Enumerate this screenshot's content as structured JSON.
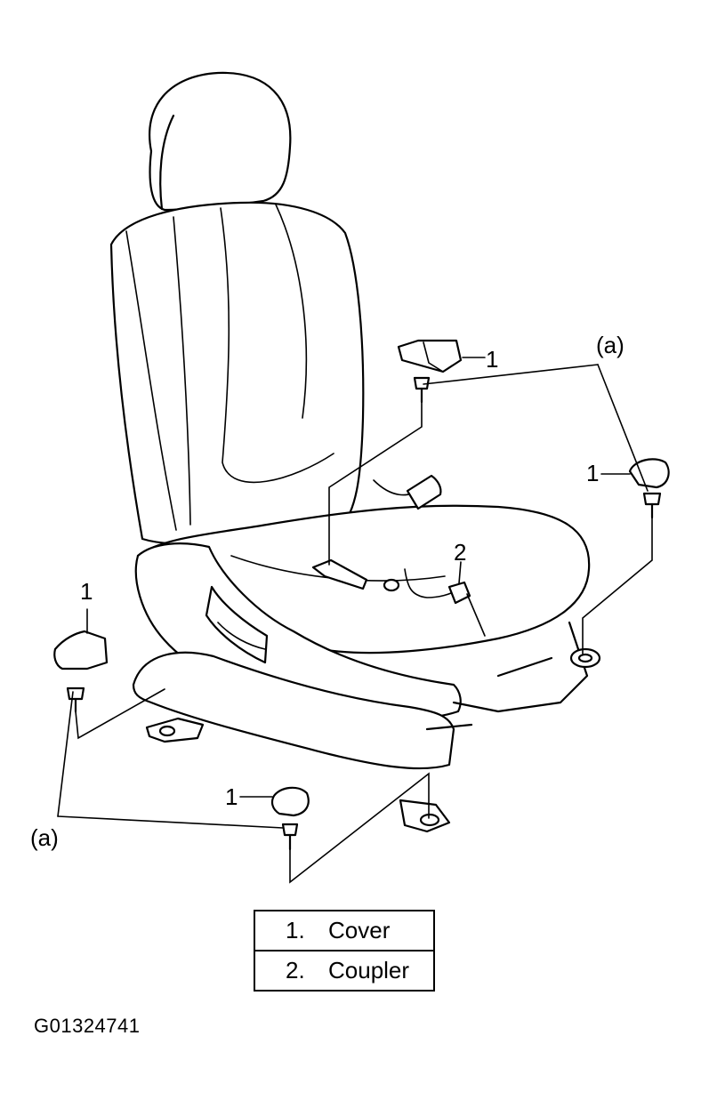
{
  "callouts": {
    "cover": "1",
    "coupler": "2",
    "fastener_group": "(a)"
  },
  "legend": [
    {
      "number": "1.",
      "label": "Cover"
    },
    {
      "number": "2.",
      "label": "Coupler"
    }
  ],
  "figure_id": "G01324741"
}
